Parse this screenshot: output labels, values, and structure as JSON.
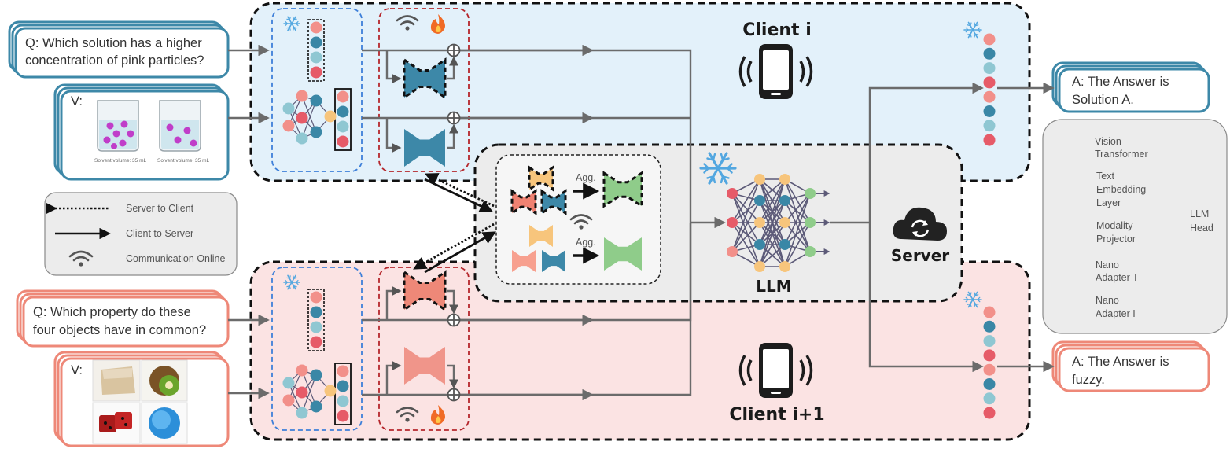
{
  "clients": {
    "top": {
      "label": "Client i"
    },
    "bottom": {
      "label": "Client i+1"
    }
  },
  "inputs": {
    "top_question": [
      "Q: Which solution has a higher",
      "concentration of pink particles?"
    ],
    "top_visual_label": "V:",
    "beaker_label": "Solvent volume: 35 mL",
    "bottom_question": [
      "Q: Which property do these",
      "four objects have in common?"
    ],
    "bottom_visual_label": "V:"
  },
  "outputs": {
    "top_answer": [
      "A: The Answer is",
      "Solution A."
    ],
    "bottom_answer": [
      "A: The Answer is",
      "fuzzy."
    ]
  },
  "server": {
    "label": "Server",
    "llm_label": "LLM",
    "agg_label": "Agg."
  },
  "comm_legend": {
    "items": [
      {
        "label": "Server to Client",
        "icon": "dotted-arrow"
      },
      {
        "label": "Client to Server",
        "icon": "solid-arrow"
      },
      {
        "label": "Communication Online",
        "icon": "wifi-icon"
      }
    ]
  },
  "model_legend": {
    "vision": [
      "Vision",
      "Transformer"
    ],
    "text_embed": [
      "Text",
      "Embedding",
      "Layer"
    ],
    "projector": [
      "Modality",
      "Projector"
    ],
    "adapter_t": [
      "Nano",
      "Adapter T"
    ],
    "adapter_i": [
      "Nano",
      "Adapter I"
    ],
    "llm_head": [
      "LLM",
      "Head"
    ]
  },
  "colors": {
    "client_top_bg": "#e3f1fa",
    "client_bottom_bg": "#fbe3e3",
    "server_bg": "#ececec",
    "teal": "#3d88a8",
    "salmon": "#ee8878",
    "green": "#8fcc8a",
    "orange": "#f7c57c",
    "token_red": "#e65b68",
    "token_pink": "#f2908a",
    "token_teal": "#3a87a6",
    "token_light": "#8fc7d2",
    "frozen_blue": "#53a7e0",
    "trainable_red": "#c0292b"
  }
}
